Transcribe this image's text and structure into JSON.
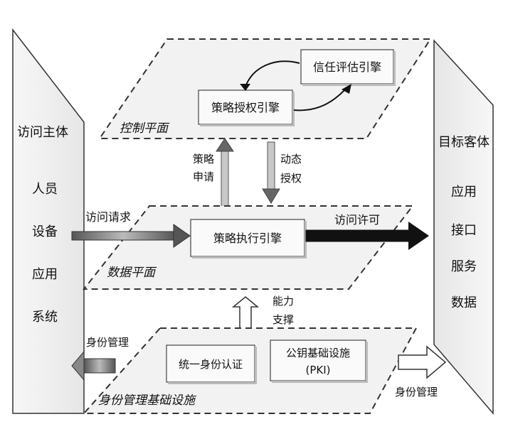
{
  "subject": {
    "title": "访问主体",
    "items": [
      "人员",
      "设备",
      "应用",
      "系统"
    ]
  },
  "target": {
    "title": "目标客体",
    "items": [
      "应用",
      "接口",
      "服务",
      "数据"
    ]
  },
  "control_plane": {
    "label": "控制平面",
    "trust_engine": "信任评估引擎",
    "policy_auth_engine": "策略授权引擎"
  },
  "data_plane": {
    "label": "数据平面",
    "policy_exec_engine": "策略执行引擎"
  },
  "identity_plane": {
    "label": "身份管理基础设施",
    "unified_auth": "统一身份认证",
    "pki_line1": "公钥基础设施",
    "pki_line2": "(PKI)"
  },
  "flows": {
    "policy_request": [
      "策略",
      "申请"
    ],
    "dynamic_auth": [
      "动态",
      "授权"
    ],
    "access_request": "访问请求",
    "access_permit": "访问许可",
    "capability_support": [
      "能力",
      "支撑"
    ],
    "identity_mgmt_left": "身份管理",
    "identity_mgmt_right": "身份管理"
  },
  "colors": {
    "plane_fill": "#f2f2f2",
    "panel_fill": "#eeeeee",
    "box_fill": "#fafafa",
    "arrow_dark": "#111111",
    "arrow_grey": "#888888"
  }
}
